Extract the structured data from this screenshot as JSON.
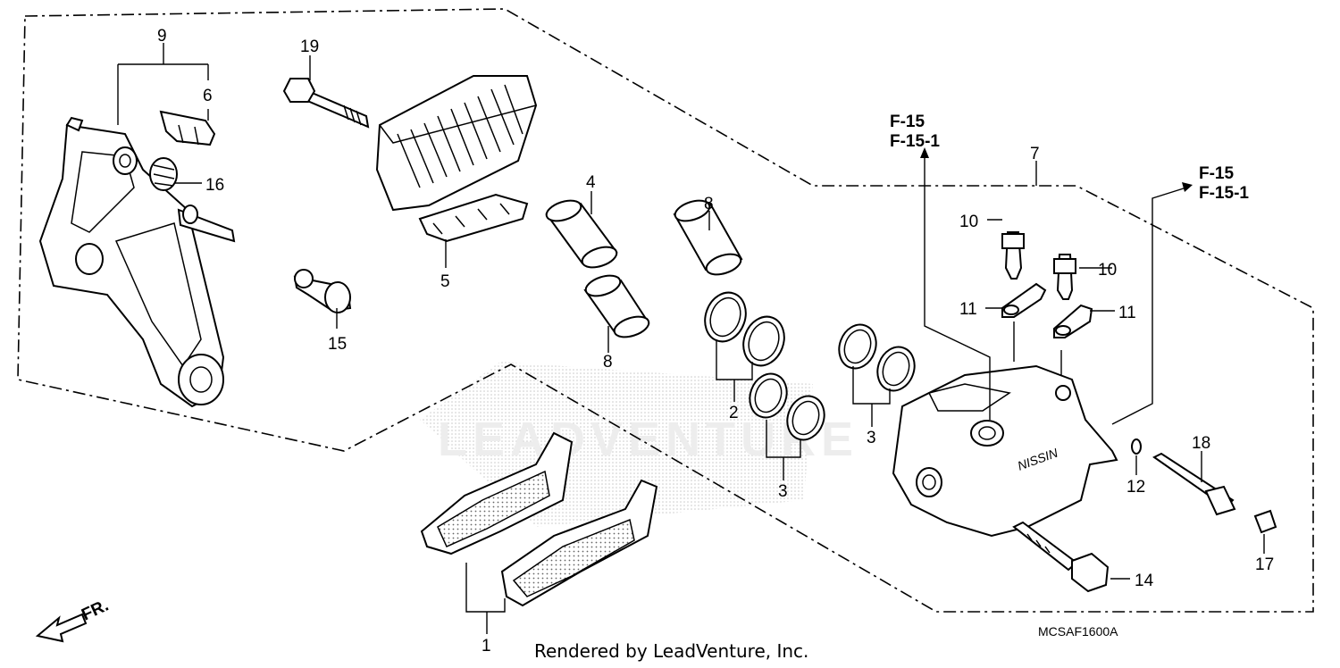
{
  "diagram": {
    "callouts": {
      "c1": "1",
      "c2": "2",
      "c3a": "3",
      "c3b": "3",
      "c4": "4",
      "c5": "5",
      "c6": "6",
      "c7": "7",
      "c8a": "8",
      "c8b": "8",
      "c9": "9",
      "c10a": "10",
      "c10b": "10",
      "c11a": "11",
      "c11b": "11",
      "c12": "12",
      "c14": "14",
      "c15": "15",
      "c16": "16",
      "c17": "17",
      "c18": "18",
      "c19": "19"
    },
    "refs": {
      "ref_a1": "F-15",
      "ref_a2": "F-15-1",
      "ref_b1": "F-15",
      "ref_b2": "F-15-1"
    },
    "front_marker": "FR.",
    "diagram_code": "MCSAF1600A",
    "credit": "Rendered by LeadVenture, Inc.",
    "watermark": "LEADVENTURE"
  }
}
